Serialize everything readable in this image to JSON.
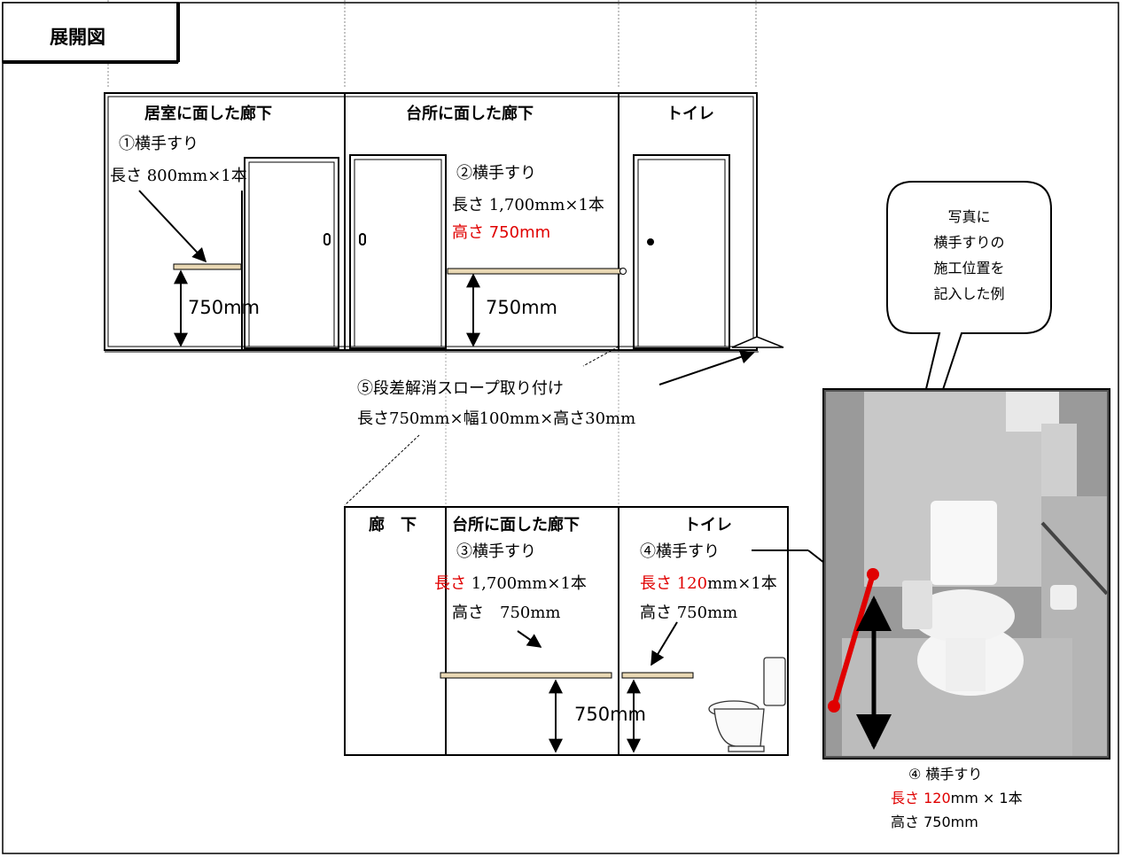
{
  "title": "展開図",
  "top_elevation": {
    "rooms": [
      "居室に面した廊下",
      "台所に面した廊下",
      "トイレ"
    ],
    "handrail1": {
      "name": "①横手すり",
      "length": "長さ 800mm×1本"
    },
    "handrail2": {
      "name": "②横手すり",
      "length": "長さ 1,700mm×1本",
      "height": "高さ  750mm"
    },
    "dim1": "750mm",
    "dim2": "750mm"
  },
  "slope": {
    "name": "⑤段差解消スロープ取り付け",
    "size": "長さ750mm×幅100mm×高さ30mm"
  },
  "bottom_elevation": {
    "rooms": [
      "廊　下",
      "台所に面した廊下",
      "トイレ"
    ],
    "handrail3": {
      "name": "③横手すり",
      "length_label": "長さ",
      "length_value": " 1,700mm×1本",
      "height": "高さ　750mm"
    },
    "handrail4": {
      "name": "④横手すり",
      "length_label": "長さ 120",
      "length_value": "mm×1本",
      "height": "高さ 750mm"
    },
    "dim": "750mm"
  },
  "callout": {
    "lines": [
      "写真に",
      "横手すりの",
      "施工位置を",
      "記入した例"
    ]
  },
  "photo_caption": {
    "name": "④ 横手すり",
    "length_label": "長さ 120",
    "length_value": "mm × 1本",
    "height": "高さ 750mm"
  },
  "colors": {
    "accent_red": "#e00000",
    "rail": "#e9d8b4"
  }
}
